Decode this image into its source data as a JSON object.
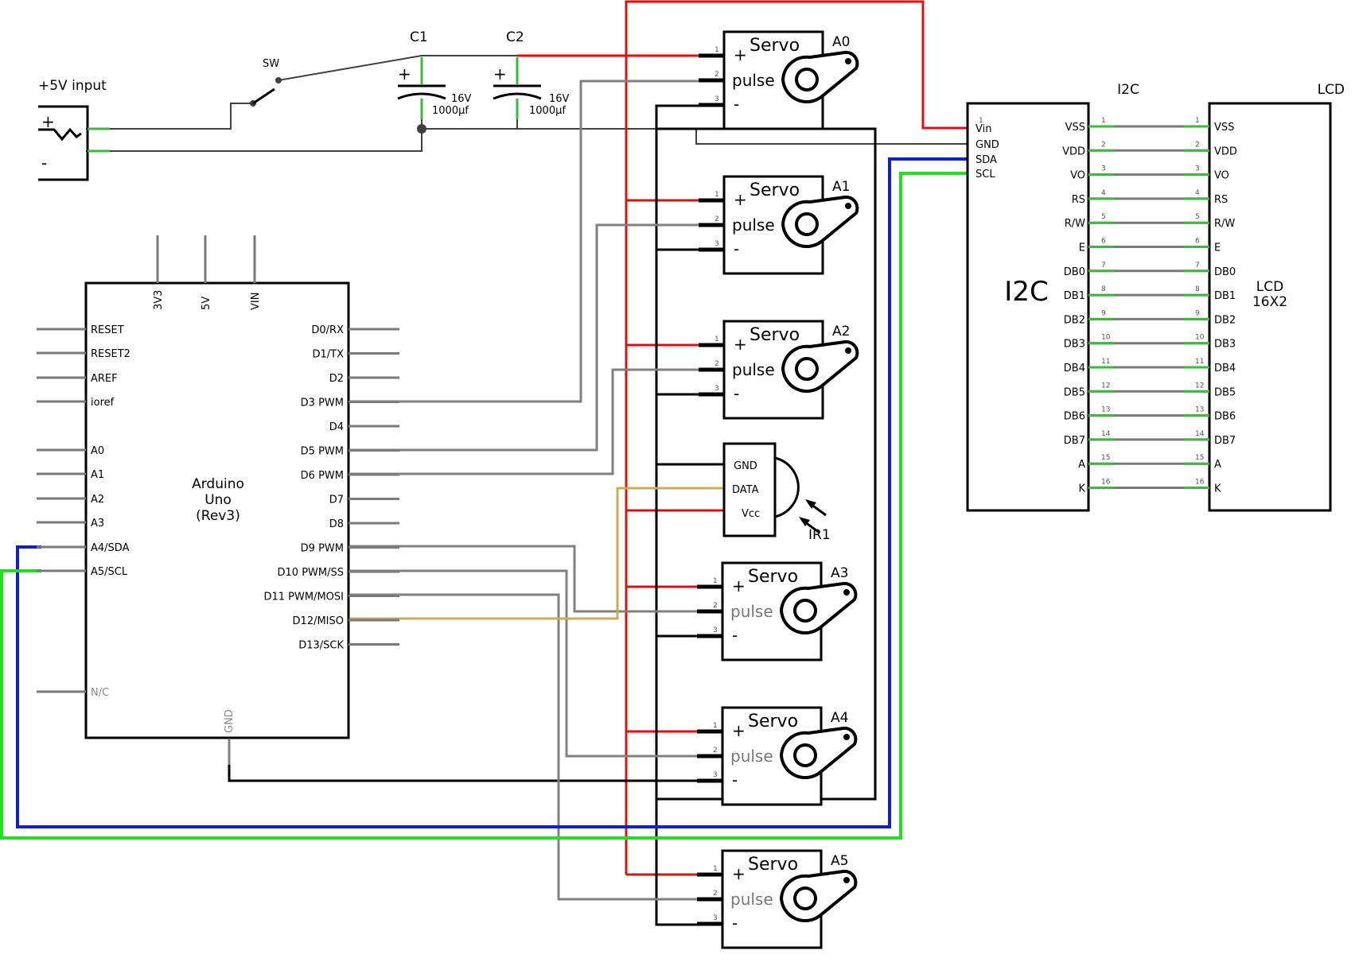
{
  "labels": {
    "power_input": "+5V input",
    "switch": "SW",
    "c1": "C1",
    "c2": "C2",
    "cap_voltage": "16V",
    "cap_value": "1000µf",
    "arduino_line1": "Arduino",
    "arduino_line2": "Uno",
    "arduino_line3": "(Rev3)",
    "ir_sensor": "IR1",
    "i2c_header": "I2C",
    "i2c_body": "I2C",
    "lcd_header": "LCD",
    "lcd_body_line1": "LCD",
    "lcd_body_line2": "16X2",
    "servo_title": "Servo",
    "servo_plus": "+",
    "servo_pulse": "pulse",
    "servo_minus": "-",
    "plus_sign": "+",
    "minus_sign": "-"
  },
  "arduino": {
    "top_pins": [
      "3V3",
      "5V",
      "VIN"
    ],
    "left_pins": [
      "RESET",
      "RESET2",
      "AREF",
      "ioref",
      "A0",
      "A1",
      "A2",
      "A3",
      "A4/SDA",
      "A5/SCL",
      "N/C"
    ],
    "right_pins": [
      "D0/RX",
      "D1/TX",
      "D2",
      "D3 PWM",
      "D4",
      "D5 PWM",
      "D6 PWM",
      "D7",
      "D8",
      "D9 PWM",
      "D10 PWM/SS",
      "D11 PWM/MOSI",
      "D12/MISO",
      "D13/SCK"
    ],
    "bottom_pin": "GND"
  },
  "servos": [
    "A0",
    "A1",
    "A2",
    "A3",
    "A4",
    "A5"
  ],
  "servo_pin_numbers": [
    "1",
    "2",
    "3"
  ],
  "ir": {
    "pins": [
      "GND",
      "DATA",
      "Vcc"
    ]
  },
  "i2c": {
    "host_pins": [
      "Vin",
      "GND",
      "SDA",
      "SCL"
    ],
    "host_pin1": "1",
    "lcd_pins": [
      "VSS",
      "VDD",
      "VO",
      "RS",
      "R/W",
      "E",
      "DB0",
      "DB1",
      "DB2",
      "DB3",
      "DB4",
      "DB5",
      "DB6",
      "DB7",
      "A",
      "K"
    ],
    "pin_numbers": [
      "1",
      "2",
      "3",
      "4",
      "5",
      "6",
      "7",
      "8",
      "9",
      "10",
      "11",
      "12",
      "13",
      "14",
      "15",
      "16"
    ]
  },
  "wire_colors": {
    "vcc": "#e01010",
    "ground": "#000000",
    "signal": "#808080",
    "sda": "#1020c8",
    "scl": "#22dd22",
    "ir_data": "#c8b050"
  }
}
